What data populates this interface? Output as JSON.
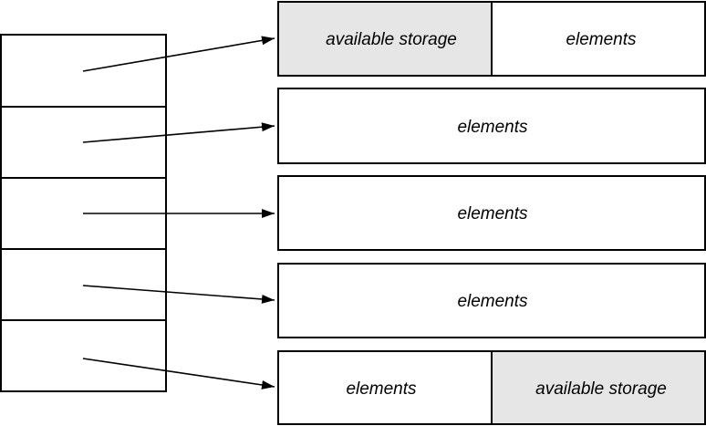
{
  "colors": {
    "stroke": "#000000",
    "available_fill": "#e6e6e6",
    "elements_fill": "#ffffff"
  },
  "blocks": [
    {
      "segments": [
        {
          "label": "available storage",
          "kind": "available"
        },
        {
          "label": "elements",
          "kind": "elements"
        }
      ]
    },
    {
      "segments": [
        {
          "label": "elements",
          "kind": "elements"
        }
      ]
    },
    {
      "segments": [
        {
          "label": "elements",
          "kind": "elements"
        }
      ]
    },
    {
      "segments": [
        {
          "label": "elements",
          "kind": "elements"
        }
      ]
    },
    {
      "segments": [
        {
          "label": "elements",
          "kind": "elements"
        },
        {
          "label": "available storage",
          "kind": "available"
        }
      ]
    }
  ]
}
